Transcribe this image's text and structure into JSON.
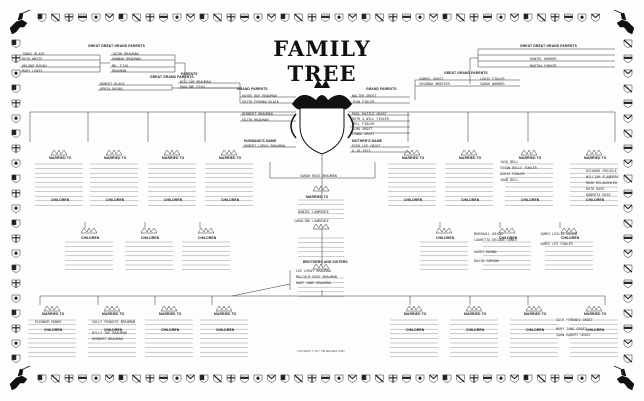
{
  "title": "FAMILY TREE",
  "labels": {
    "great_great_grand_parents": "GREAT GREAT GRAND PARENTS",
    "great_grand_parents": "GREAT GRAND PARENTS",
    "grand_parents": "GRAND PARENTS",
    "parents": "PARENTS",
    "children": "CHILDREN",
    "married_to": "MARRIED TO",
    "fathers_name": "FATHER'S NAME",
    "mothers_name": "MOTHER'S NAME",
    "brothers_and_sisters": "BROTHERS AND SISTERS"
  },
  "left_side": {
    "ggp_1": "JONAS BLACK",
    "ggp_2": "RUTH WHITE",
    "ggp_3": "ORLAND ROSAH",
    "ggp_4": "MARY LEWIS",
    "gp_1": "JACOB BRAUMAN",
    "gp_2": "HANNAH BRAUMAN",
    "gp_3": "MR. FISH",
    "gp_4": "BRAUMAN",
    "gp_5": "ROBERT BLACK",
    "gp_6": "OPHIA ROSAH",
    "parent_1": "WILLIAM BRAUMAN",
    "parent_2": "PAULINE FISH",
    "grandparent_1": "HAYDE RUE BRAUMAN",
    "grandparent_2": "EDITH FERMAN BLACK",
    "father": "HERBERT BRAUMAN",
    "mother": "EDITH BRAUMAN"
  },
  "right_side": {
    "ggp_1": "DANIEL WARNER",
    "ggp_2": "MARTHA PARKER",
    "gp_1": "LOUIS FIDLER",
    "gp_2": "SARAH WARNER",
    "parent_1": "SAMUEL GROST",
    "parent_2": "SUSANNA WEBSTER",
    "grandparent_1": "WALTER GROST",
    "grandparent_2": "JEAN FIDLER",
    "siblings": [
      "PAUL RAZZLE GROST",
      "RUTH & WILL FIDLER",
      "NELL FIDLER",
      "ALMA GROST",
      "LINDA GROST"
    ]
  },
  "center": {
    "husband_name": "HUSBAND'S NAME",
    "husband_value": "ROBERT LEROY BRAUMAN",
    "wife_name": "MOTHER'S NAME",
    "wife_value": "PIER LEE GROST",
    "dates_left": "11-20-1943",
    "dates_right": "6-18-1923",
    "children_header": "SARAH ROSE BRAUMAN",
    "child_1": "DANIEL LAWRENCE",
    "child_2": "CAROLINE LAWRENCE",
    "bottom_child_1": "LEE LEROY BRAUMAN",
    "bottom_child_2": "MALCOLM ROSE BRAUMAN",
    "bottom_child_3": "MARY JANE BRAUMAN"
  },
  "row1_right": {
    "line_1": "JACK BELL",
    "line_2": "SUSAN BELLE FOWLER",
    "line_3": "DORIS FOWLER",
    "line_4": "JOAN BELL"
  },
  "family_right_list": [
    "RICHARD FRECKLE",
    "WILLIAM FLANDERS",
    "ROSE MCLAUGHLIN",
    "RUTH ROSE",
    "ROBERTA ROSE"
  ],
  "right_mid": {
    "line_1": "MARSHALL NIXON",
    "line_2": "LAURETTA DELONA JONES",
    "line_3": "JAMES LESLIE NIXON",
    "line_4": "JAMES LEE FOWLER",
    "line_5": "HARRY ROMAN",
    "line_6": "DAVID CARSON"
  },
  "bottom_left": {
    "line_1": "ELEANOR HUNKE",
    "line_2": "SALLY FRANCES BRAUMAN",
    "line_3": "BILLY JOE BRAUMAN",
    "line_4": "HERBERT BRAUMAN"
  },
  "bottom_right": {
    "line_1": "JACK FERRARI GROST",
    "line_2": "MARY JANE GROST",
    "line_3": "JOHN ROBERT GROST"
  },
  "printer_note": "COPYRIGHT © 1977 THE RELIABLE CORP"
}
